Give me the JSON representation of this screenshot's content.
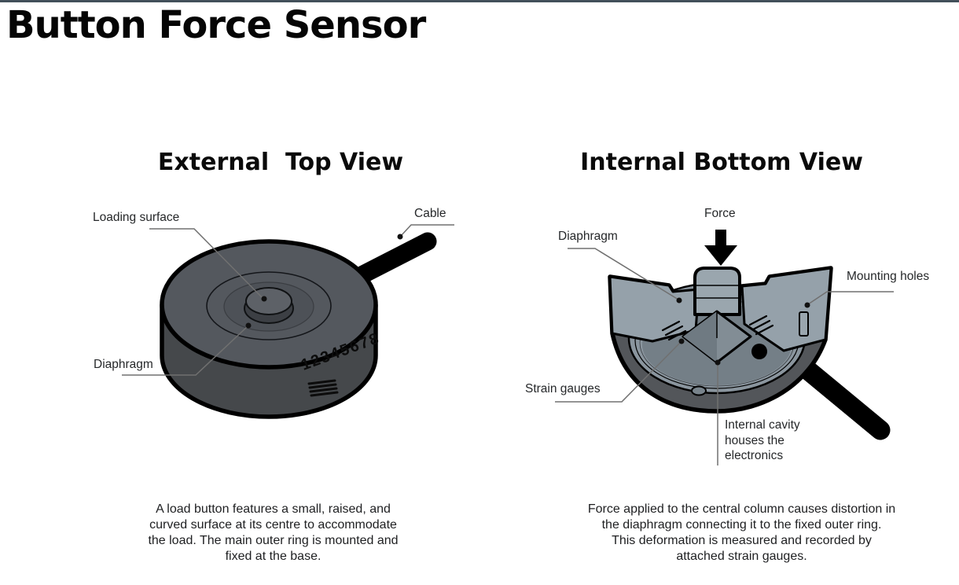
{
  "meta": {
    "top_bar_color": "#42505a",
    "background_color": "#ffffff",
    "sensor_body_color": "#54585e",
    "cut_face_color": "#95a1aa",
    "cavity_color": "#78838b"
  },
  "title": "Button Force Sensor",
  "views": [
    {
      "heading": "External  Top View",
      "serial": "12345678",
      "labels": {
        "loading_surface": "Loading surface",
        "cable": "Cable",
        "diaphragm": "Diaphragm"
      },
      "description_lines": [
        "A load button features a small, raised, and",
        "curved surface at its centre to accommodate",
        "the load. The main outer ring is mounted and",
        "fixed at the base."
      ]
    },
    {
      "heading": "Internal Bottom View",
      "labels": {
        "force": "Force",
        "diaphragm": "Diaphragm",
        "mounting_holes": "Mounting holes",
        "strain_gauges": "Strain gauges",
        "internal_cavity_lines": [
          "Internal cavity",
          "houses the",
          "electronics"
        ]
      },
      "description_lines": [
        "Force applied to the central column causes distortion in",
        "the diaphragm connecting it to the fixed outer ring.",
        "This deformation is measured and recorded by",
        "attached strain gauges."
      ]
    }
  ]
}
